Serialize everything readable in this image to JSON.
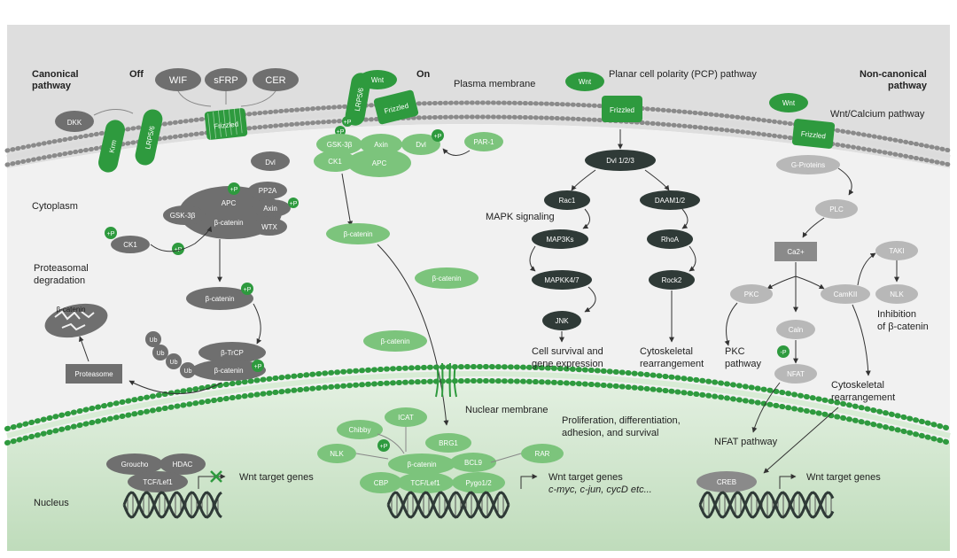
{
  "labels": {
    "canonical_line1": "Canonical",
    "canonical_line2": "pathway",
    "off": "Off",
    "on": "On",
    "plasma_membrane": "Plasma membrane",
    "pcp_pathway": "Planar cell polarity (PCP) pathway",
    "noncanonical_line1": "Non-canonical",
    "noncanonical_line2": "pathway",
    "wnt_calcium": "Wnt/Calcium pathway",
    "cytoplasm": "Cytoplasm",
    "proteasomal_line1": "Proteasomal",
    "proteasomal_line2": "degradation",
    "mapk_signaling": "MAPK signaling",
    "cell_survival_line1": "Cell survival and",
    "cell_survival_line2": "gene expression",
    "cytoskeletal_line1": "Cytoskeletal",
    "cytoskeletal_line2": "rearrangement",
    "pkc_pathway_line1": "PKC",
    "pkc_pathway_line2": "pathway",
    "inhibition_line1": "Inhibition",
    "inhibition_line2": "of β-catenin",
    "cytoskeletal2_line1": "Cytoskeletal",
    "cytoskeletal2_line2": "rearrangement",
    "nfat_pathway": "NFAT pathway",
    "nuclear_membrane": "Nuclear membrane",
    "proliferation_line1": "Proliferation, differentiation,",
    "proliferation_line2": "adhesion, and survival",
    "nucleus": "Nucleus",
    "wnt_target_genes_1": "Wnt target genes",
    "wnt_target_genes_2": "Wnt target genes",
    "wnt_target_genes_2_examples": "c-myc, c-jun, cycD etc...",
    "wnt_target_genes_3": "Wnt target genes"
  },
  "nodes": {
    "dkk": "DKK",
    "krm": "Krm",
    "lrp_off": "LRP5/6",
    "wif": "WIF",
    "sfrp": "sFRP",
    "cer": "CER",
    "frizzled_off": "Frizzled",
    "dvl_off": "Dvl",
    "pp2a": "PP2A",
    "apc_off": "APC",
    "axin_off": "Axin",
    "gsk_off": "GSK-3β",
    "bcat_complex": "β-catenin",
    "wtx": "WTX",
    "ck1_off": "CK1",
    "bcat_p": "β-catenin",
    "btrcp": "β-TrCP",
    "bcat_ub": "β-catenin",
    "ub": "Ub",
    "proteasome": "Proteasome",
    "bcat_degraded": "β-catenin",
    "phos": "+P",
    "wnt_on": "Wnt",
    "lrp_on": "LRP5/6",
    "frizzled_on": "Frizzled",
    "gsk_on": "GSK-3β",
    "axin_on": "Axin",
    "dvl_on": "Dvl",
    "ck1_on": "CK1",
    "apc_on": "APC",
    "par1": "PAR-1",
    "bcat_cyt1": "β-catenin",
    "bcat_cyt2": "β-catenin",
    "bcat_cyt3": "β-catenin",
    "wnt_pcp": "Wnt",
    "frizzled_pcp": "Frizzled",
    "dvl123": "Dvl 1/2/3",
    "rac1": "Rac1",
    "daam": "DAAM1/2",
    "map3k": "MAP3Ks",
    "rhoa": "RhoA",
    "mapkk": "MAPKK4/7",
    "rock2": "Rock2",
    "jnk": "JNK",
    "wnt_ca": "Wnt",
    "frizzled_ca": "Frizzled",
    "gproteins": "G-Proteins",
    "plc": "PLC",
    "ca2": "Ca2+",
    "taki": "TAKI",
    "nlk_cyt": "NLK",
    "pkc": "PKC",
    "camkii": "CamKII",
    "caln": "Caln",
    "minus_p": "-P",
    "nfat": "NFAT",
    "icat": "ICAT",
    "chibby": "Chibby",
    "nlk_nuc": "NLK",
    "brg1": "BRG1",
    "bcat_nuc": "β-catenin",
    "bcl9": "BCL9",
    "rar": "RAR",
    "cbp": "CBP",
    "tcf_nuc": "TCF/Lef1",
    "pygo": "Pygo1/2",
    "groucho": "Groucho",
    "hdac": "HDAC",
    "tcf_off": "TCF/Lef1",
    "creb": "CREB"
  },
  "colors": {
    "green": "#2e9a3e",
    "light_green": "#7cc47c",
    "dark_gray": "#2f3a37",
    "mid_gray": "#6f6f6f",
    "light_gray": "#b8b8b8",
    "cytoplasm": "#f2f2f2",
    "nucleus": "#cfe6cc",
    "outside": "#e1e1e1"
  }
}
